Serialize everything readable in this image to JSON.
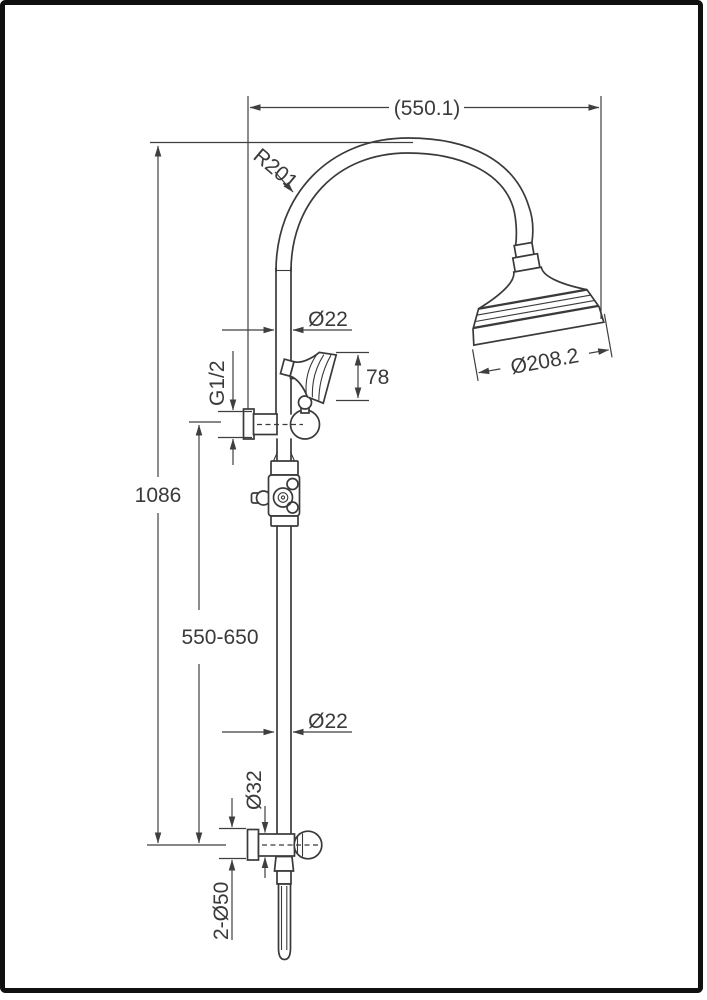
{
  "drawing": {
    "type": "technical-dimension-drawing",
    "colors": {
      "line": "#3a3a3a",
      "frame": "#101010",
      "background": "#ffffff"
    },
    "labels": {
      "overall_width": "(550.1)",
      "bend_radius": "R201",
      "rail_diameter_upper": "Ø22",
      "hand_shower_height": "78",
      "inlet_thread": "G1/2",
      "overall_height": "1086",
      "adjustable_range": "550-650",
      "rose_diameter": "Ø208.2",
      "rail_diameter_lower": "Ø22",
      "outlet_diameter": "Ø32",
      "flanges": "2-Ø50"
    }
  }
}
